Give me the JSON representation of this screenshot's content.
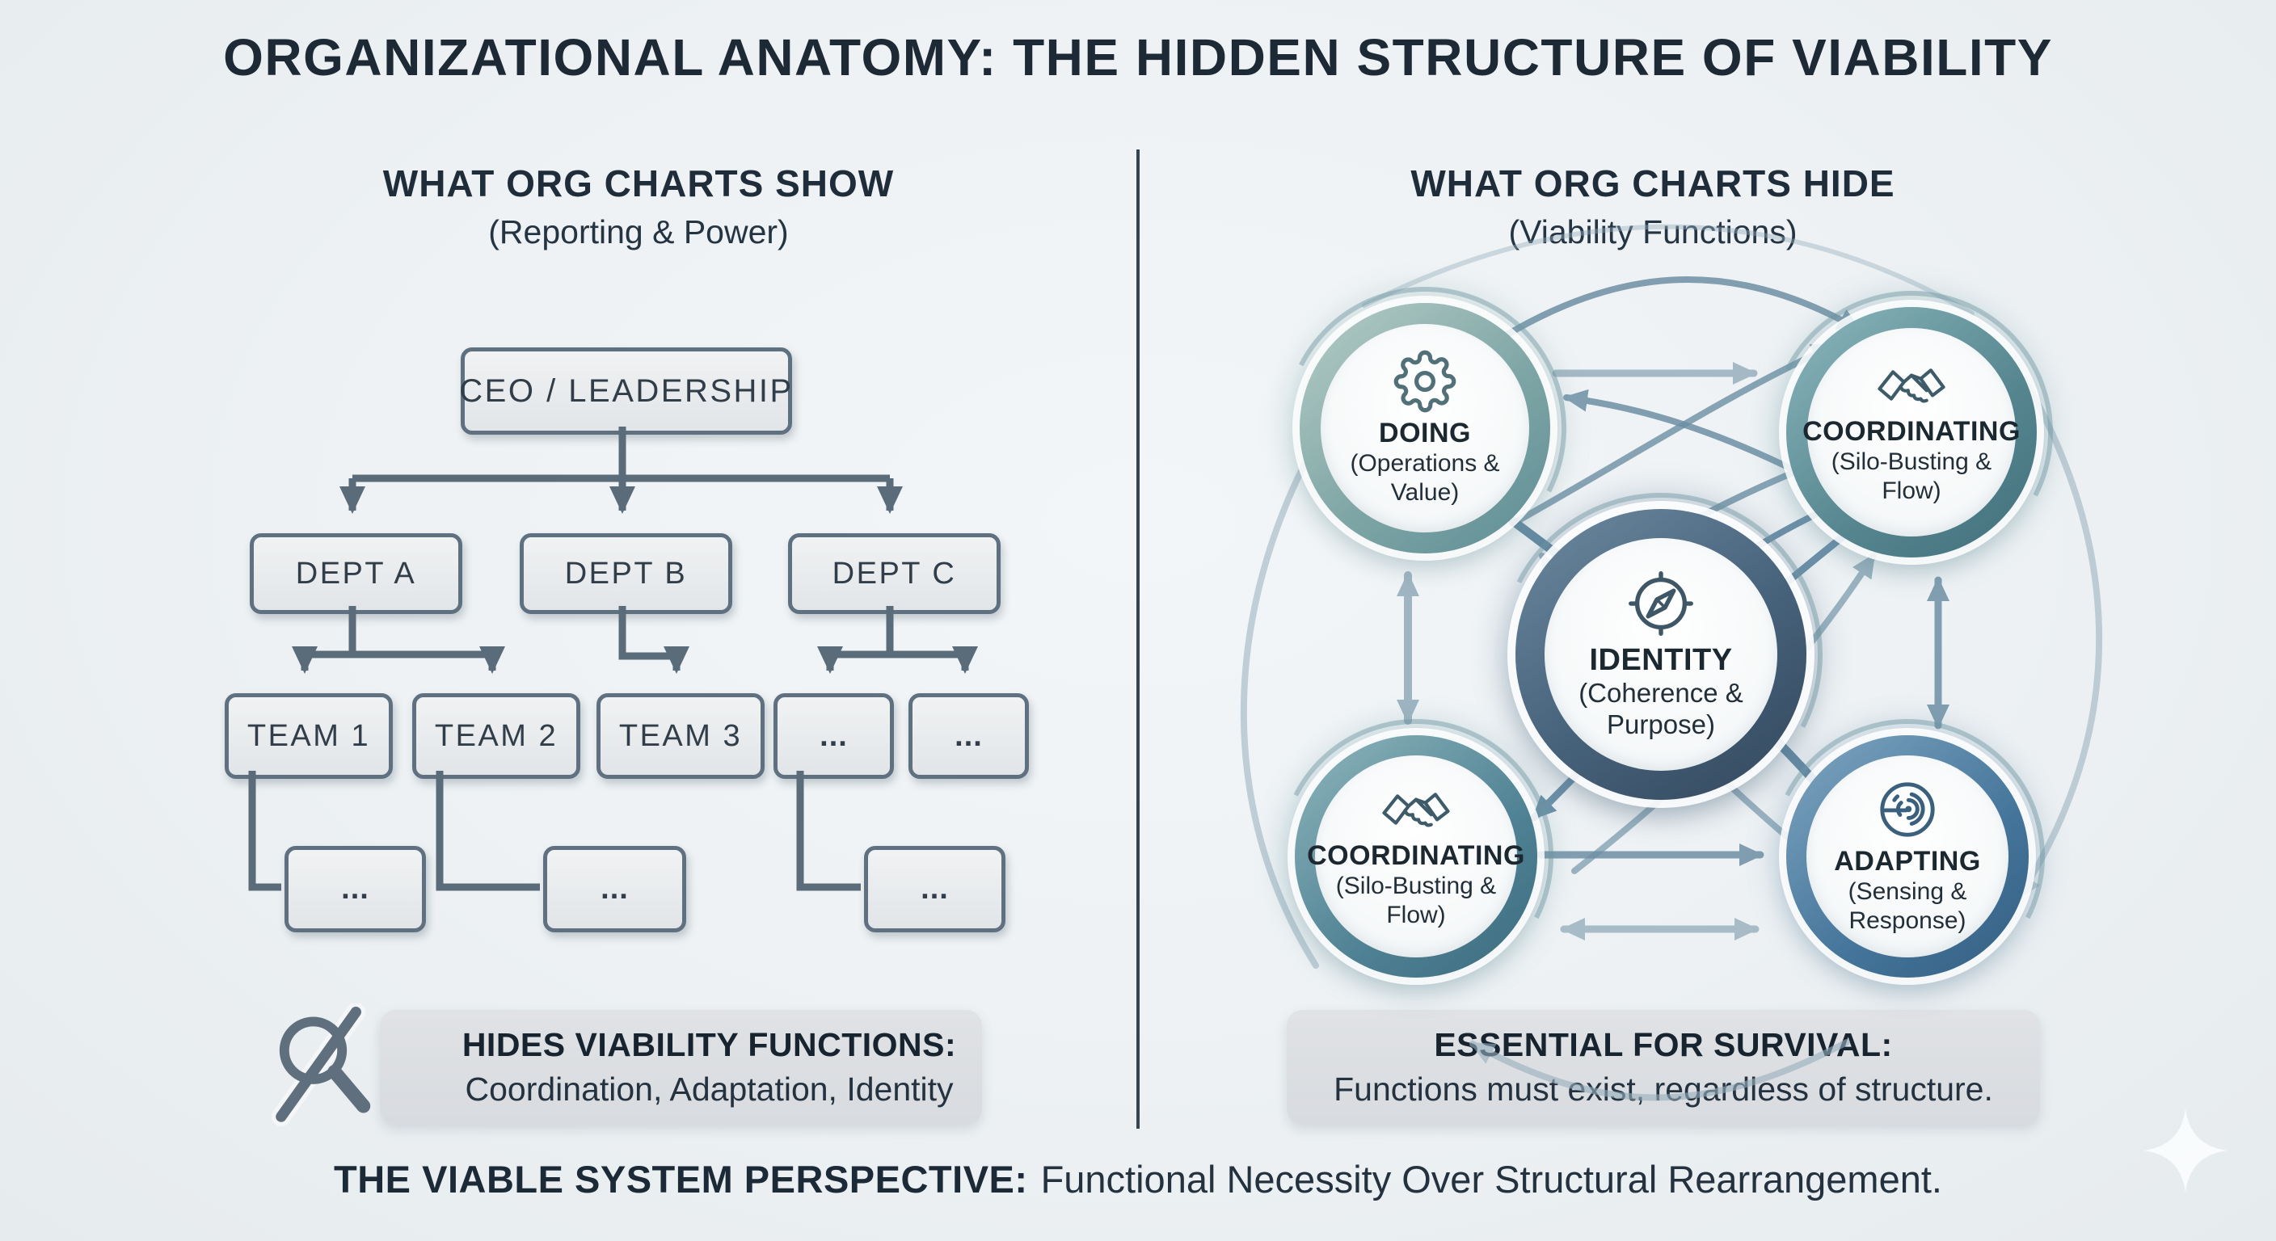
{
  "title": "ORGANIZATIONAL ANATOMY: THE HIDDEN STRUCTURE OF VIABILITY",
  "left_panel": {
    "heading": "WHAT ORG CHARTS SHOW",
    "subheading": "(Reporting & Power)",
    "org_chart": {
      "root": "CEO / LEADERSHIP",
      "departments": [
        "DEPT A",
        "DEPT B",
        "DEPT C"
      ],
      "teams": [
        "TEAM 1",
        "TEAM 2",
        "TEAM 3",
        "...",
        "..."
      ],
      "sub_teams": [
        "...",
        "...",
        "..."
      ]
    },
    "caption": {
      "icon": "magnifier-slash-icon",
      "bold": "HIDES VIABILITY FUNCTIONS:",
      "text": "Coordination, Adaptation, Identity"
    }
  },
  "right_panel": {
    "heading": "WHAT ORG CHARTS HIDE",
    "subheading": "(Viability Functions)",
    "nodes": [
      {
        "id": "doing",
        "label": "DOING",
        "sub": "(Operations & Value)",
        "icon": "gear-icon",
        "ring_color": "#7fa6a6"
      },
      {
        "id": "coordinating-top",
        "label": "COORDINATING",
        "sub": "(Silo-Busting & Flow)",
        "icon": "handshake-icon",
        "ring_color": "#55858f"
      },
      {
        "id": "identity",
        "label": "IDENTITY",
        "sub": "(Coherence & Purpose)",
        "icon": "compass-icon",
        "ring_color": "#46617a"
      },
      {
        "id": "coordinating-bottom",
        "label": "COORDINATING",
        "sub": "(Silo-Busting & Flow)",
        "icon": "handshake-icon",
        "ring_color": "#4f8294"
      },
      {
        "id": "adapting",
        "label": "ADAPTING",
        "sub": "(Sensing & Response)",
        "icon": "radar-icon",
        "ring_color": "#45759b"
      }
    ],
    "caption": {
      "bold": "ESSENTIAL FOR SURVIVAL:",
      "text": "Functions must exist, regardless of structure."
    }
  },
  "footer": {
    "bold": "THE VIABLE SYSTEM PERSPECTIVE:",
    "text": "Functional Necessity Over Structural Rearrangement."
  },
  "colors": {
    "background": "#edf1f3",
    "divider": "#38444d",
    "box_border": "#5f7080",
    "box_fill": "#e8ebed",
    "connector": "#5a6b7a",
    "arrow_light": "#97afbd",
    "arrow_mid": "#6d90a5",
    "arrow_dark": "#57809c",
    "text_dark": "#1d2a36"
  }
}
